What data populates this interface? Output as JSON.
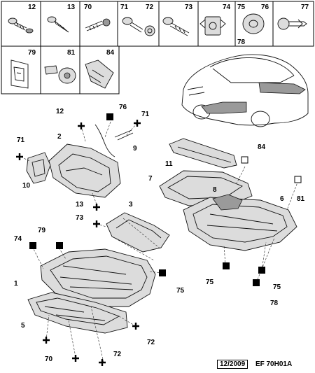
{
  "catalog": {
    "date_code": "12/2009",
    "plate_ref": "EF 70H01A"
  },
  "fasteners_top_row": [
    {
      "ref": "12",
      "icon": "screw-with-washer-icon"
    },
    {
      "ref": "13",
      "icon": "self-tapping-screw-icon"
    },
    {
      "ref": "70",
      "icon": "screw-icon"
    },
    {
      "ref": "71",
      "icon": "bolt-icon"
    },
    {
      "ref": "72",
      "icon": "washer-nut-icon"
    },
    {
      "ref": "73",
      "icon": "flange-screw-icon"
    },
    {
      "ref": "74",
      "icon": "cage-nut-icon"
    },
    {
      "ref": "75",
      "icon": "clip-nut-icon"
    },
    {
      "ref": "76",
      "icon": "flat-washer-icon"
    },
    {
      "ref": "78",
      "icon": "washer-icon"
    },
    {
      "ref": "77",
      "icon": "push-rivet-icon"
    }
  ],
  "fasteners_second_row": [
    {
      "ref": "79",
      "icon": "spring-clip-icon"
    },
    {
      "ref": "81",
      "icon": "screw-and-washer-icon"
    },
    {
      "ref": "84",
      "icon": "bracket-clip-icon"
    }
  ],
  "parts": {
    "p1": "1",
    "p2": "2",
    "p3": "3",
    "p5": "5",
    "p6": "6",
    "p7": "7",
    "p8": "8",
    "p9": "9",
    "p10": "10",
    "p11": "11"
  },
  "callouts": {
    "c12": "12",
    "c76": "76",
    "c71a": "71",
    "c71b": "71",
    "c13": "13",
    "c73": "73",
    "c74": "74",
    "c79": "79",
    "c75a": "75",
    "c75b": "75",
    "c75c": "75",
    "c78": "78",
    "c84": "84",
    "c81": "81",
    "c72a": "72",
    "c72b": "72",
    "c70": "70"
  }
}
